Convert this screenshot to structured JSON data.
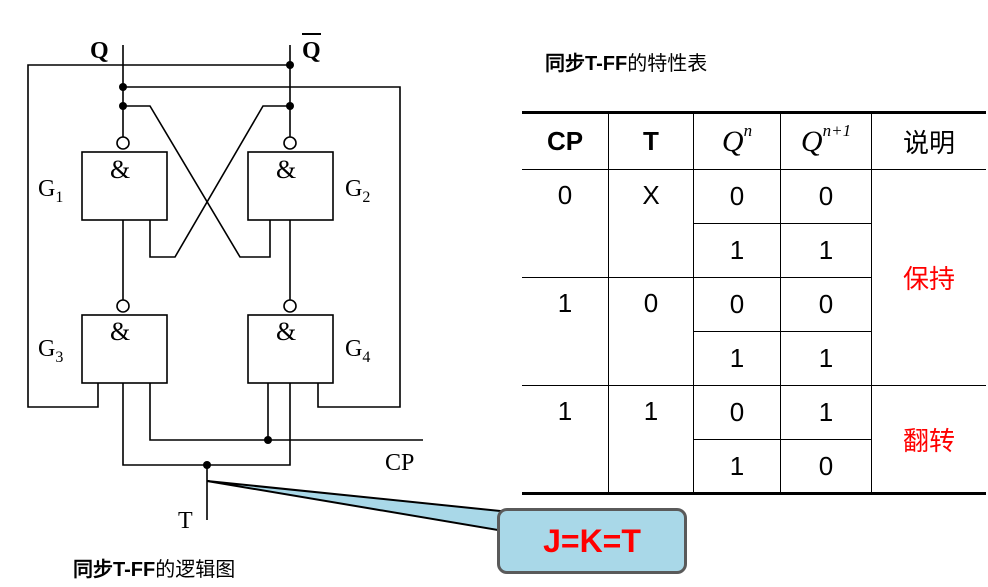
{
  "circuit": {
    "q_label": "Q",
    "qbar_label": "Q",
    "gates": [
      {
        "symbol": "&",
        "name": "G",
        "index": "1"
      },
      {
        "symbol": "&",
        "name": "G",
        "index": "2"
      },
      {
        "symbol": "&",
        "name": "G",
        "index": "3"
      },
      {
        "symbol": "&",
        "name": "G",
        "index": "4"
      }
    ],
    "cp_label": "CP",
    "t_label": "T",
    "caption_bold": "同步T-FF",
    "caption_rest": "的逻辑图"
  },
  "table": {
    "title_bold": "同步T-FF",
    "title_rest": "的特性表",
    "headers": {
      "cp": "CP",
      "t": "T",
      "qn": "Q",
      "qn_sup": "n",
      "qn1": "Q",
      "qn1_sup": "n+1",
      "note": "说明"
    },
    "rows": [
      {
        "cp": "0",
        "t": "X",
        "qn": "0",
        "qn1": "0"
      },
      {
        "cp": "",
        "t": "",
        "qn": "1",
        "qn1": "1"
      },
      {
        "cp": "1",
        "t": "0",
        "qn": "0",
        "qn1": "0"
      },
      {
        "cp": "",
        "t": "",
        "qn": "1",
        "qn1": "1"
      },
      {
        "cp": "1",
        "t": "1",
        "qn": "0",
        "qn1": "1"
      },
      {
        "cp": "",
        "t": "",
        "qn": "1",
        "qn1": "0"
      }
    ],
    "notes": {
      "hold": "保持",
      "toggle": "翻转"
    }
  },
  "callout": {
    "text": "J=K=T",
    "fill_color": "#a9d8e8",
    "text_color": "#ff0000"
  }
}
